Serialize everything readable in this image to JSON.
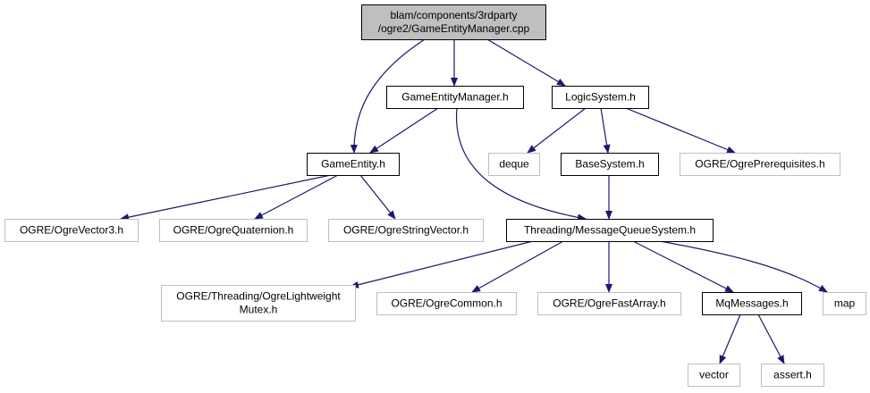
{
  "colors": {
    "edge": "#191970",
    "root_fill": "#bfbfbf",
    "node_border": "#000000",
    "external_border": "#bfbfbf"
  },
  "nodes": [
    {
      "id": "root",
      "lines": [
        "blam/components/3rdparty",
        "/ogre2/GameEntityManager.cpp"
      ],
      "kind": "root"
    },
    {
      "id": "gem",
      "lines": [
        "GameEntityManager.h"
      ],
      "kind": "local"
    },
    {
      "id": "logic",
      "lines": [
        "LogicSystem.h"
      ],
      "kind": "local"
    },
    {
      "id": "gameentity",
      "lines": [
        "GameEntity.h"
      ],
      "kind": "local"
    },
    {
      "id": "deque",
      "lines": [
        "deque"
      ],
      "kind": "external"
    },
    {
      "id": "basesys",
      "lines": [
        "BaseSystem.h"
      ],
      "kind": "local"
    },
    {
      "id": "prereq",
      "lines": [
        "OGRE/OgrePrerequisites.h"
      ],
      "kind": "external"
    },
    {
      "id": "vec3",
      "lines": [
        "OGRE/OgreVector3.h"
      ],
      "kind": "external"
    },
    {
      "id": "quat",
      "lines": [
        "OGRE/OgreQuaternion.h"
      ],
      "kind": "external"
    },
    {
      "id": "strvec",
      "lines": [
        "OGRE/OgreStringVector.h"
      ],
      "kind": "external"
    },
    {
      "id": "mqs",
      "lines": [
        "Threading/MessageQueueSystem.h"
      ],
      "kind": "local"
    },
    {
      "id": "mutex",
      "lines": [
        "OGRE/Threading/OgreLightweight",
        "Mutex.h"
      ],
      "kind": "external"
    },
    {
      "id": "common",
      "lines": [
        "OGRE/OgreCommon.h"
      ],
      "kind": "external"
    },
    {
      "id": "fastarr",
      "lines": [
        "OGRE/OgreFastArray.h"
      ],
      "kind": "external"
    },
    {
      "id": "mqmsg",
      "lines": [
        "MqMessages.h"
      ],
      "kind": "local"
    },
    {
      "id": "map",
      "lines": [
        "map"
      ],
      "kind": "external"
    },
    {
      "id": "vector",
      "lines": [
        "vector"
      ],
      "kind": "external"
    },
    {
      "id": "assert",
      "lines": [
        "assert.h"
      ],
      "kind": "external"
    }
  ],
  "edges": [
    {
      "from": "root",
      "to": "gameentity"
    },
    {
      "from": "root",
      "to": "gem"
    },
    {
      "from": "root",
      "to": "logic"
    },
    {
      "from": "gem",
      "to": "gameentity"
    },
    {
      "from": "gem",
      "to": "mqs"
    },
    {
      "from": "logic",
      "to": "deque"
    },
    {
      "from": "logic",
      "to": "basesys"
    },
    {
      "from": "logic",
      "to": "prereq"
    },
    {
      "from": "gameentity",
      "to": "vec3"
    },
    {
      "from": "gameentity",
      "to": "quat"
    },
    {
      "from": "gameentity",
      "to": "strvec"
    },
    {
      "from": "basesys",
      "to": "mqs"
    },
    {
      "from": "mqs",
      "to": "mutex"
    },
    {
      "from": "mqs",
      "to": "common"
    },
    {
      "from": "mqs",
      "to": "fastarr"
    },
    {
      "from": "mqs",
      "to": "mqmsg"
    },
    {
      "from": "mqs",
      "to": "map"
    },
    {
      "from": "mqmsg",
      "to": "vector"
    },
    {
      "from": "mqmsg",
      "to": "assert"
    }
  ]
}
